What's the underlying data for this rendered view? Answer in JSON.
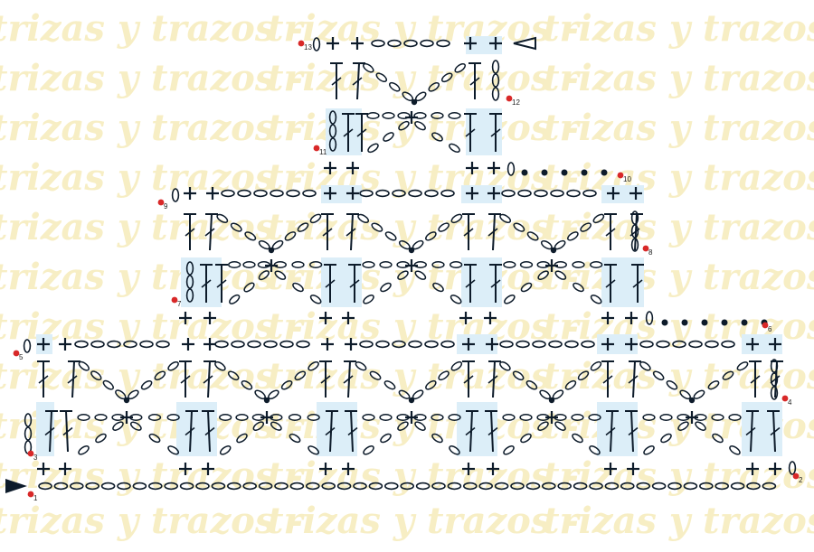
{
  "watermark": {
    "text": "trizas y trazos -",
    "color": "#f7eec4"
  },
  "colors": {
    "stitch": "#0d1b2a",
    "highlight": "#dceef8",
    "marker": "#d82828",
    "background": "#ffffff"
  },
  "row_numbers": [
    "1",
    "2",
    "3",
    "4",
    "5",
    "6",
    "7",
    "8",
    "9",
    "10",
    "11",
    "12",
    "13"
  ],
  "icons": {
    "start": "start-arrow-icon",
    "end": "end-triangle-icon",
    "chain": "chain-stitch-icon",
    "single": "single-crochet-icon",
    "double": "double-crochet-icon",
    "slip": "slip-stitch-icon",
    "marker": "row-marker-icon"
  }
}
